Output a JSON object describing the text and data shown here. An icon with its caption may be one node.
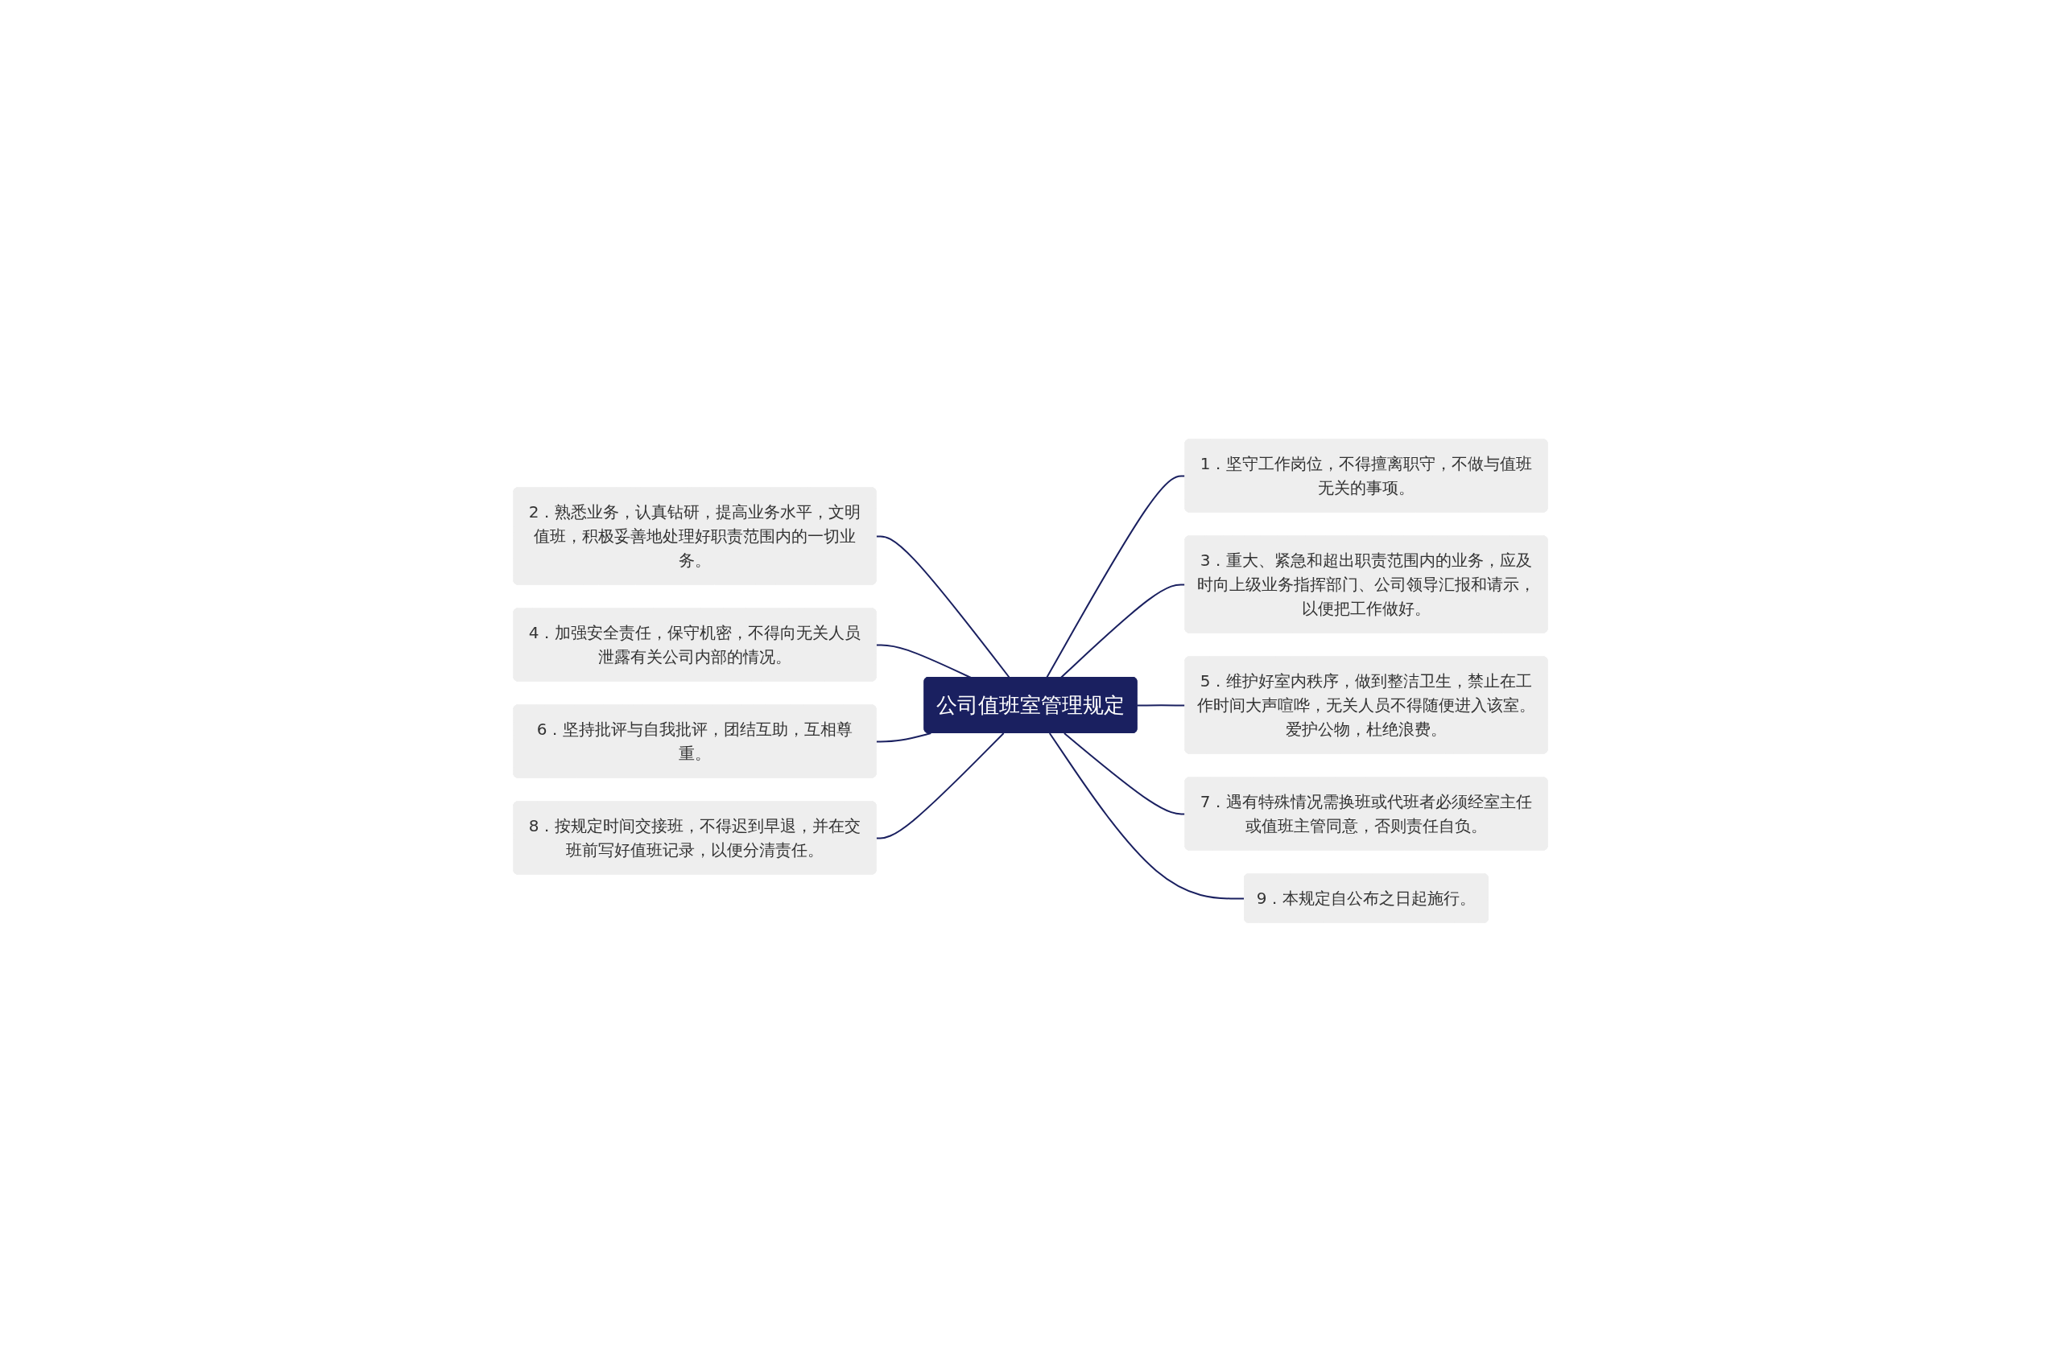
{
  "diagram": {
    "nodes": [
      {
        "text": [
          "公司值班室管理规定"
        ]
      },
      {
        "text": [
          "1．坚守工作岗位，不得擅离职守，不做与值班无关的事项。"
        ]
      },
      {
        "text": [
          "2．熟悉业务，认真钻研，提高业务水平，文明值班，积极妥善地处理好职责范围内的一切业务。"
        ]
      },
      {
        "text": [
          "3．重大、紧急和超出职责范围内的业务，应及时向上级业务指挥部门、公司领导汇报和请示，以便把工作做好。"
        ]
      },
      {
        "text": [
          "4．加强安全责任，保守机密，不得向无关人员泄露有关公司内部的情况。"
        ]
      },
      {
        "text": [
          "5．维护好室内秩序，做到整洁卫生，禁止在工作时间大声喧哗，无关人员不得随便进入该室。爱护公物，杜绝浪费。"
        ]
      },
      {
        "text": [
          "6．坚持批评与自我批评，团结互助，互相尊重。"
        ]
      },
      {
        "text": [
          "7．遇有特殊情况需换班或代班者必须经室主任或值班主管同意，否则责任自负。"
        ]
      },
      {
        "text": [
          "8．按规定时间交接班，不得迟到早退，并在交班前写好值班记录，以便分清责任。"
        ]
      },
      {
        "text": [
          "9．本规定自公布之日起施行。"
        ]
      }
    ],
    "edges": [
      {
        "from": 0,
        "to": 1,
        "arrow": "none"
      },
      {
        "from": 2,
        "to": 0,
        "arrow": "none"
      },
      {
        "from": 0,
        "to": 3,
        "arrow": "none"
      },
      {
        "from": 4,
        "to": 0,
        "arrow": "none"
      },
      {
        "from": 0,
        "to": 5,
        "arrow": "none"
      },
      {
        "from": 6,
        "to": 0,
        "arrow": "none"
      },
      {
        "from": 0,
        "to": 7,
        "arrow": "none"
      },
      {
        "from": 8,
        "to": 0,
        "arrow": "none"
      },
      {
        "from": 0,
        "to": 9,
        "arrow": "none"
      }
    ]
  }
}
